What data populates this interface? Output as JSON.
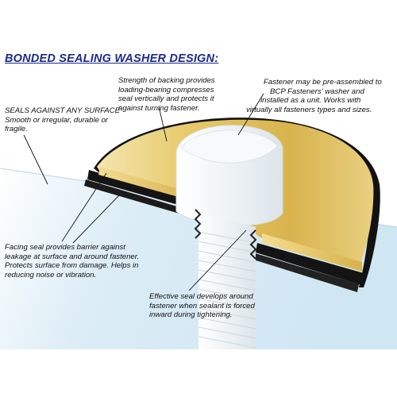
{
  "title": "BONDED SEALING WASHER DESIGN:",
  "callouts": {
    "backing": {
      "lines": [
        "Strength of backing provides",
        "loading-bearing compresses",
        "seal vertically and protects it",
        "against  turning fastener."
      ]
    },
    "preassembled": {
      "lines": [
        "Fastener may be pre-assembled to",
        "BCP Fasteners' washer and",
        "installed as a unit. Works with",
        "virtually all fasteners types and sizes."
      ]
    },
    "surface": {
      "heading": "SEALS AGAINST ANY SURFACE",
      "lines": [
        "Smooth or irregular, durable or",
        "fragile."
      ]
    },
    "facing": {
      "lines": [
        "Facing seal provides barrier against",
        "leakage at surface and around fastener.",
        "Protects surface from damage.  Helps in",
        "reducing noise or vibration."
      ]
    },
    "effective": {
      "lines": [
        "Effective seal develops around",
        "fastener when sealant is forced",
        "inward during tightening."
      ]
    }
  },
  "colors": {
    "title": "#1a2a8a",
    "backing_gold": "#e2c66a",
    "seal_black": "#121212",
    "surface_blue": "#d6ecf6",
    "bolt_white": "#eef3f6"
  }
}
